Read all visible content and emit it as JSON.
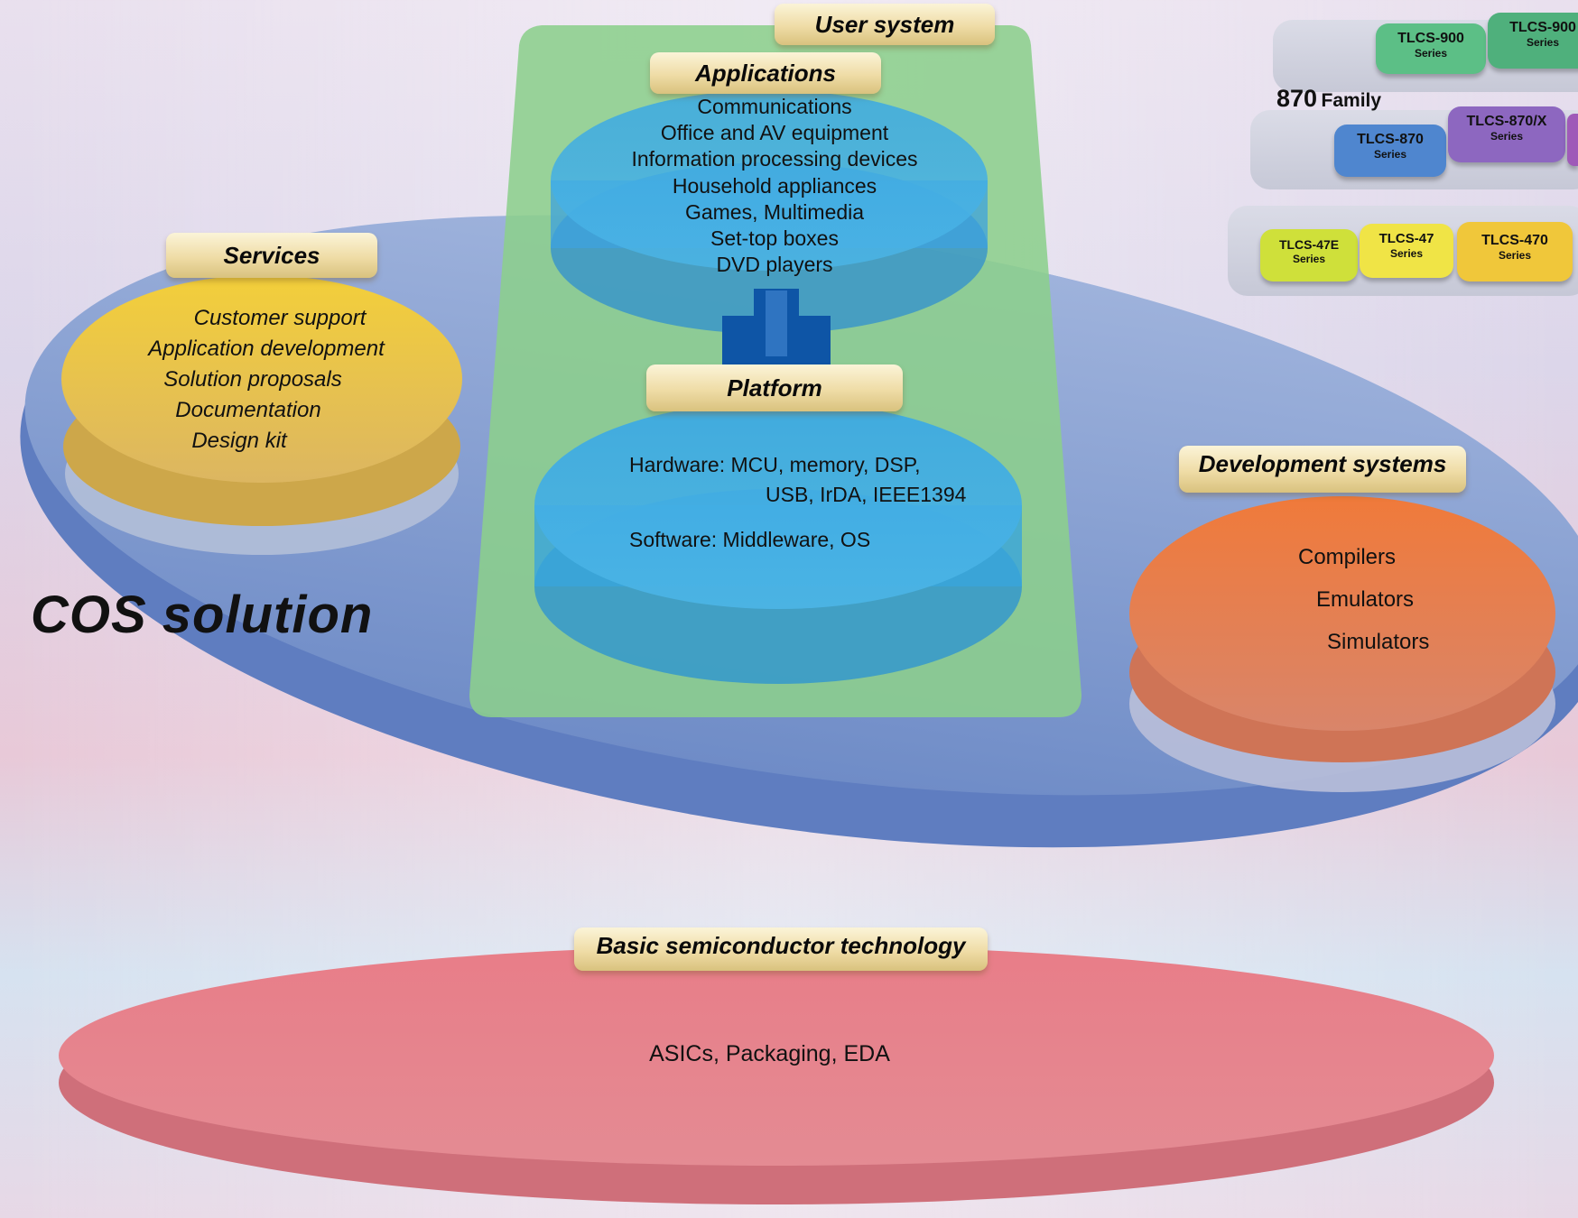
{
  "title": "COS solution",
  "user_system": "User system",
  "applications": {
    "label": "Applications",
    "items": [
      "Communications",
      "Office and AV equipment",
      "Information processing devices",
      "Household appliances",
      "Games, Multimedia",
      "Set-top boxes",
      "DVD players"
    ]
  },
  "platform": {
    "label": "Platform",
    "hardware_line1": "Hardware: MCU, memory, DSP,",
    "hardware_line2": "USB, IrDA, IEEE1394",
    "software": "Software: Middleware, OS"
  },
  "services": {
    "label": "Services",
    "items": [
      "Customer support",
      "Application development",
      "Solution proposals",
      "Documentation",
      "Design kit"
    ]
  },
  "development_systems": {
    "label": "Development systems",
    "items": [
      "Compilers",
      "Emulators",
      "Simulators"
    ]
  },
  "basic": {
    "label": "Basic semiconductor technology",
    "text": "ASICs, Packaging, EDA"
  },
  "family_870": {
    "number": "870",
    "word": "Family"
  },
  "series_chips": [
    {
      "name": "TLCS-900",
      "sub": "Series",
      "color": "#5cbf86"
    },
    {
      "name": "TLCS-900",
      "sub": "Series",
      "color": "#4fb07c"
    },
    {
      "name": "TLCS-870",
      "sub": "Series",
      "color": "#4f86cf"
    },
    {
      "name": "TLCS-870/X",
      "sub": "Series",
      "color": "#8d67c0"
    },
    {
      "name": "TLCS-47E",
      "sub": "Series",
      "color": "#cfe03a"
    },
    {
      "name": "TLCS-47",
      "sub": "Series",
      "color": "#f0e446"
    },
    {
      "name": "TLCS-470",
      "sub": "Series",
      "color": "#f0c73a"
    }
  ]
}
